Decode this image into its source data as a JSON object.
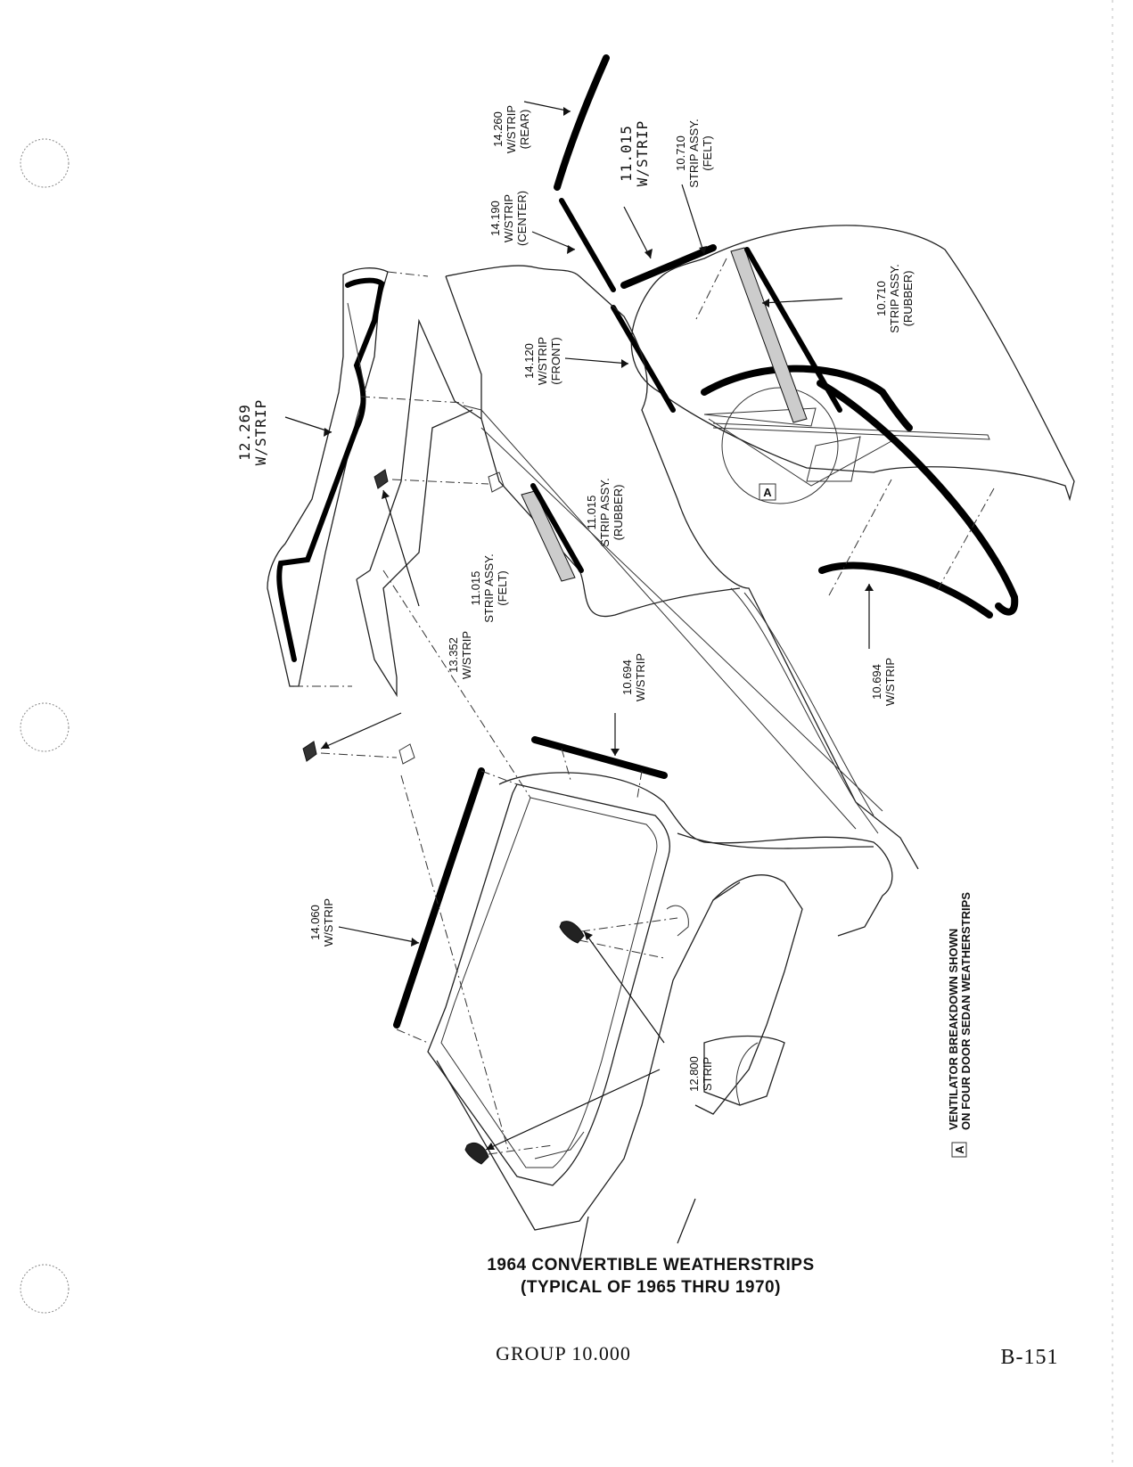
{
  "callouts": {
    "c_14260": [
      "14.260",
      "W/STRIP",
      "(REAR)"
    ],
    "c_11015_top": [
      "11.015",
      "W/STRIP"
    ],
    "c_10710_felt": [
      "10.710",
      "STRIP ASSY.",
      "(FELT)"
    ],
    "c_14190": [
      "14.190",
      "W/STRIP",
      "(CENTER)"
    ],
    "c_10710_rubber": [
      "10.710",
      "STRIP ASSY.",
      "(RUBBER)"
    ],
    "c_14120": [
      "14.120",
      "W/STRIP",
      "(FRONT)"
    ],
    "c_12269": [
      "12.269",
      "W/STRIP"
    ],
    "c_11015_rubber": [
      "11.015",
      "STRIP ASSY.",
      "(RUBBER)"
    ],
    "c_11015_felt": [
      "11.015",
      "STRIP ASSY.",
      "(FELT)"
    ],
    "c_13352": [
      "13.352",
      "W/STRIP"
    ],
    "c_10694_door": [
      "10.694",
      "W/STRIP"
    ],
    "c_10694_mid": [
      "10.694",
      "W/STRIP"
    ],
    "c_14060": [
      "14.060",
      "W/STRIP"
    ],
    "c_12800": [
      "12.800",
      "STRIP"
    ]
  },
  "note": {
    "marker": "A",
    "lines": [
      "VENTILATOR BREAKDOWN SHOWN",
      "ON FOUR DOOR SEDAN WEATHERSTRIPS"
    ]
  },
  "detail_marker": "A",
  "title": [
    "1964 CONVERTIBLE WEATHERSTRIPS",
    "(TYPICAL OF 1965 THRU 1970)"
  ],
  "footer": {
    "group": "GROUP 10.000",
    "page": "B-151"
  }
}
